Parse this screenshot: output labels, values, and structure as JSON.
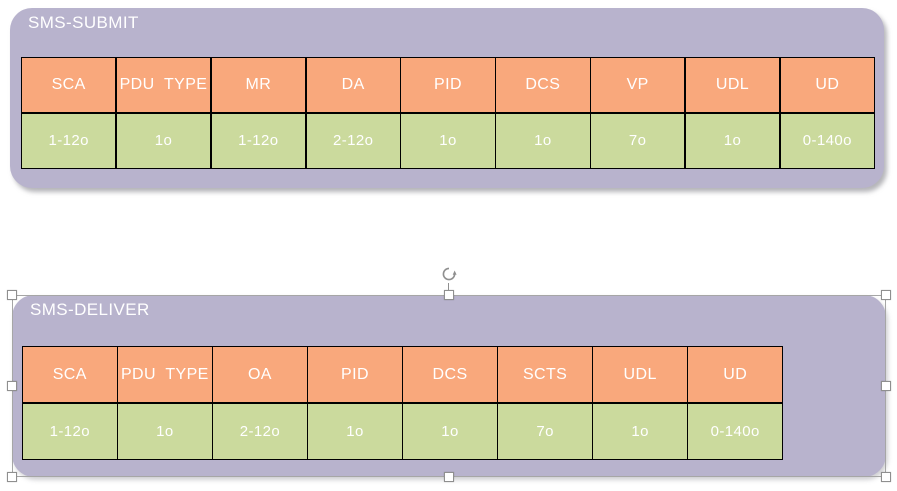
{
  "colors": {
    "canvas_bg": "#ffffff",
    "panel": "#b8b3cd",
    "header_cell": "#f9a87c",
    "value_cell": "#cbda9d",
    "cell_text": "#ffffff",
    "title_text": "#ffffff",
    "table_border": "#000000",
    "selection_outline": "#a6a6a6",
    "handle_fill": "#ffffff",
    "handle_border": "#8f8f8f"
  },
  "panels": [
    {
      "title": "SMS-SUBMIT",
      "selected": false,
      "headers": [
        "SCA",
        "PDU  TYPE",
        "MR",
        "DA",
        "PID",
        "DCS",
        "VP",
        "UDL",
        "UD"
      ],
      "values": [
        "1-12o",
        "1o",
        "1-12o",
        "2-12o",
        "1o",
        "1o",
        "7o",
        "1o",
        "0-140o"
      ]
    },
    {
      "title": "SMS-DELIVER",
      "selected": true,
      "headers": [
        "SCA",
        "PDU  TYPE",
        "OA",
        "PID",
        "DCS",
        "SCTS",
        "UDL",
        "UD"
      ],
      "values": [
        "1-12o",
        "1o",
        "2-12o",
        "1o",
        "1o",
        "7o",
        "1o",
        "0-140o"
      ]
    }
  ],
  "icons": {
    "rotate_handle": "clockwise-rotation-arrow"
  }
}
